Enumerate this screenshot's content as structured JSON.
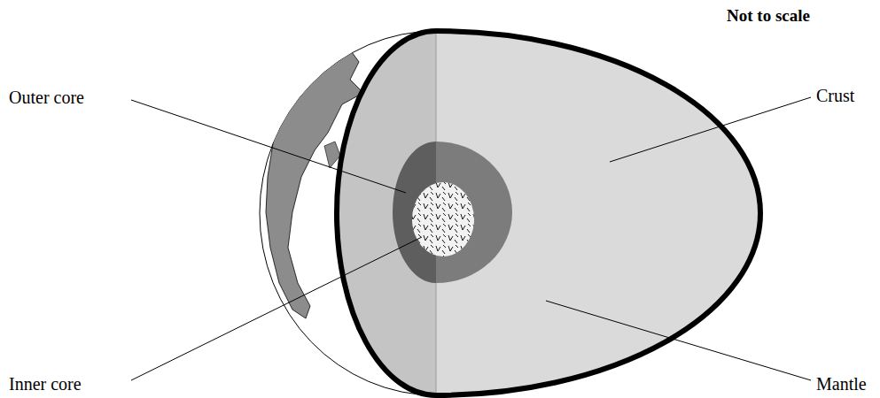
{
  "diagram": {
    "labels": [
      "Not to scale",
      "Outer core",
      "Crust",
      "Inner core",
      "Mantle"
    ]
  }
}
